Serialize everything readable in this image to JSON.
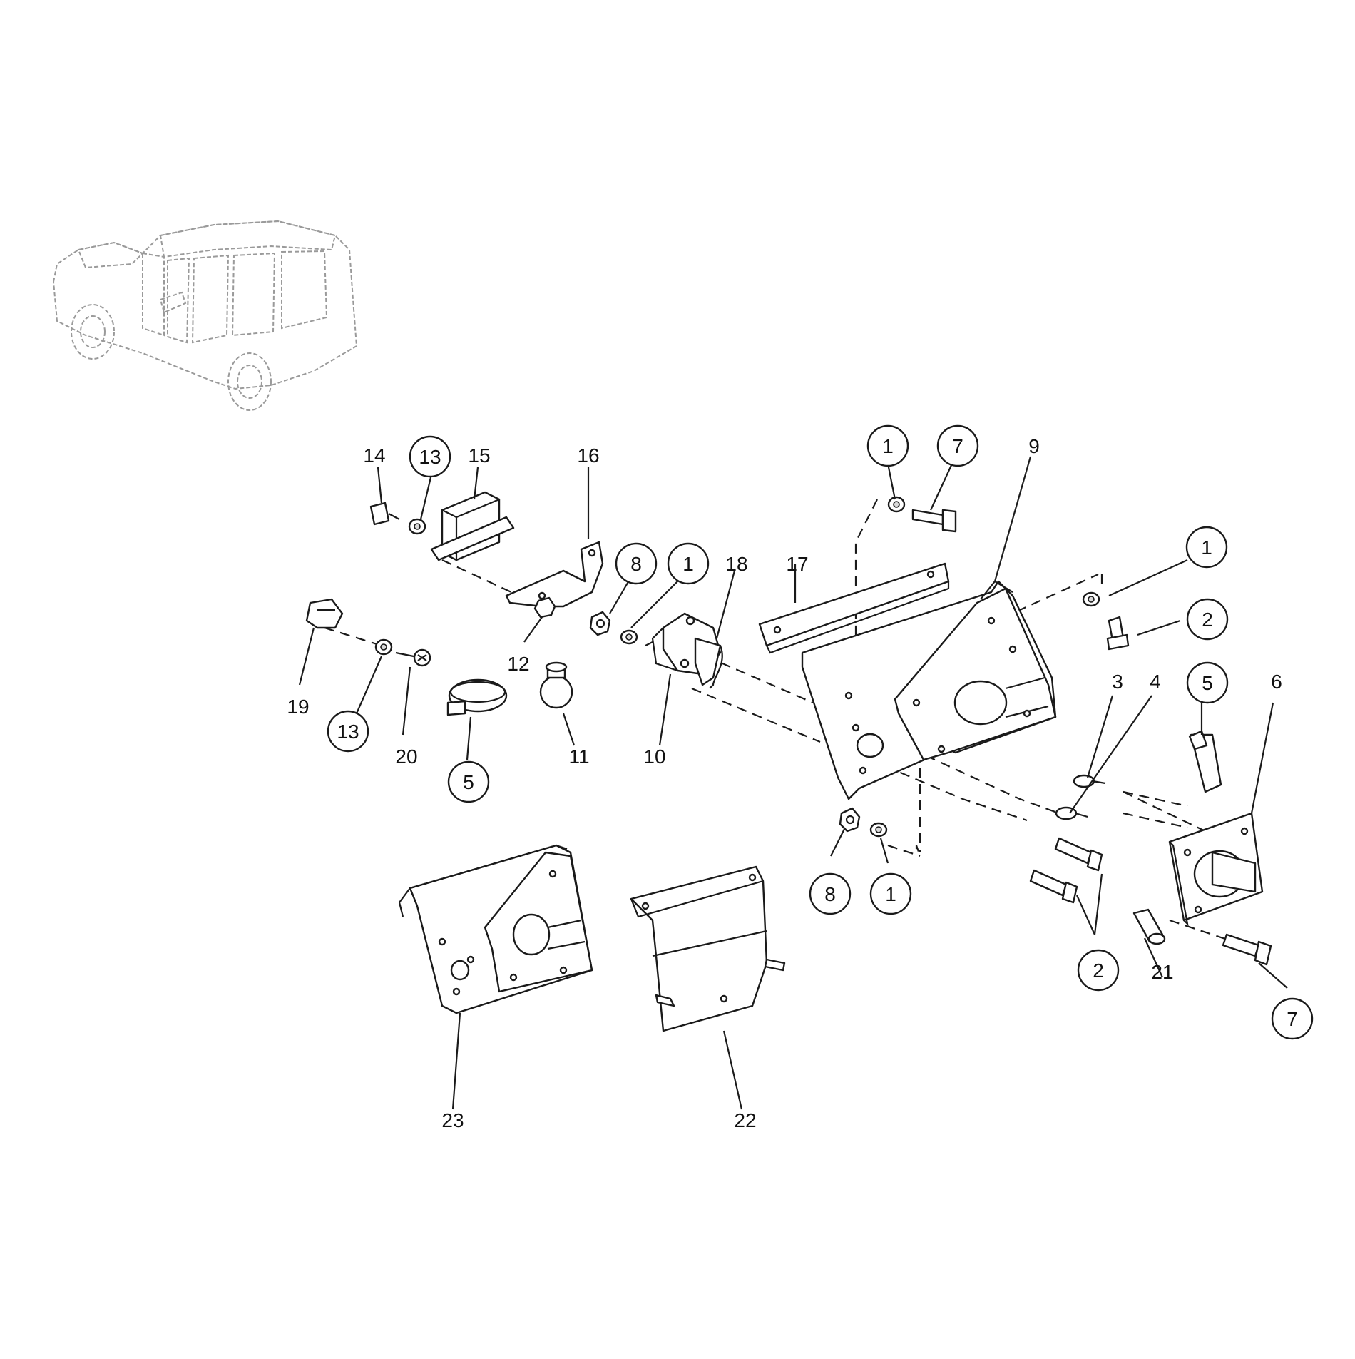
{
  "labels": {
    "l1a": "1",
    "l7a": "7",
    "l9": "9",
    "l1b": "1",
    "l2a": "2",
    "l14": "14",
    "l13a": "13",
    "l15": "15",
    "l16": "16",
    "l8a": "8",
    "l1c": "1",
    "l18": "18",
    "l17": "17",
    "l12": "12",
    "l19": "19",
    "l13b": "13",
    "l20": "20",
    "l5a": "5",
    "l11": "11",
    "l10": "10",
    "l3": "3",
    "l4": "4",
    "l5b": "5",
    "l6": "6",
    "l8b": "8",
    "l1d": "1",
    "l2b": "2",
    "l21": "21",
    "l7b": "7",
    "l23": "23",
    "l22": "22"
  }
}
